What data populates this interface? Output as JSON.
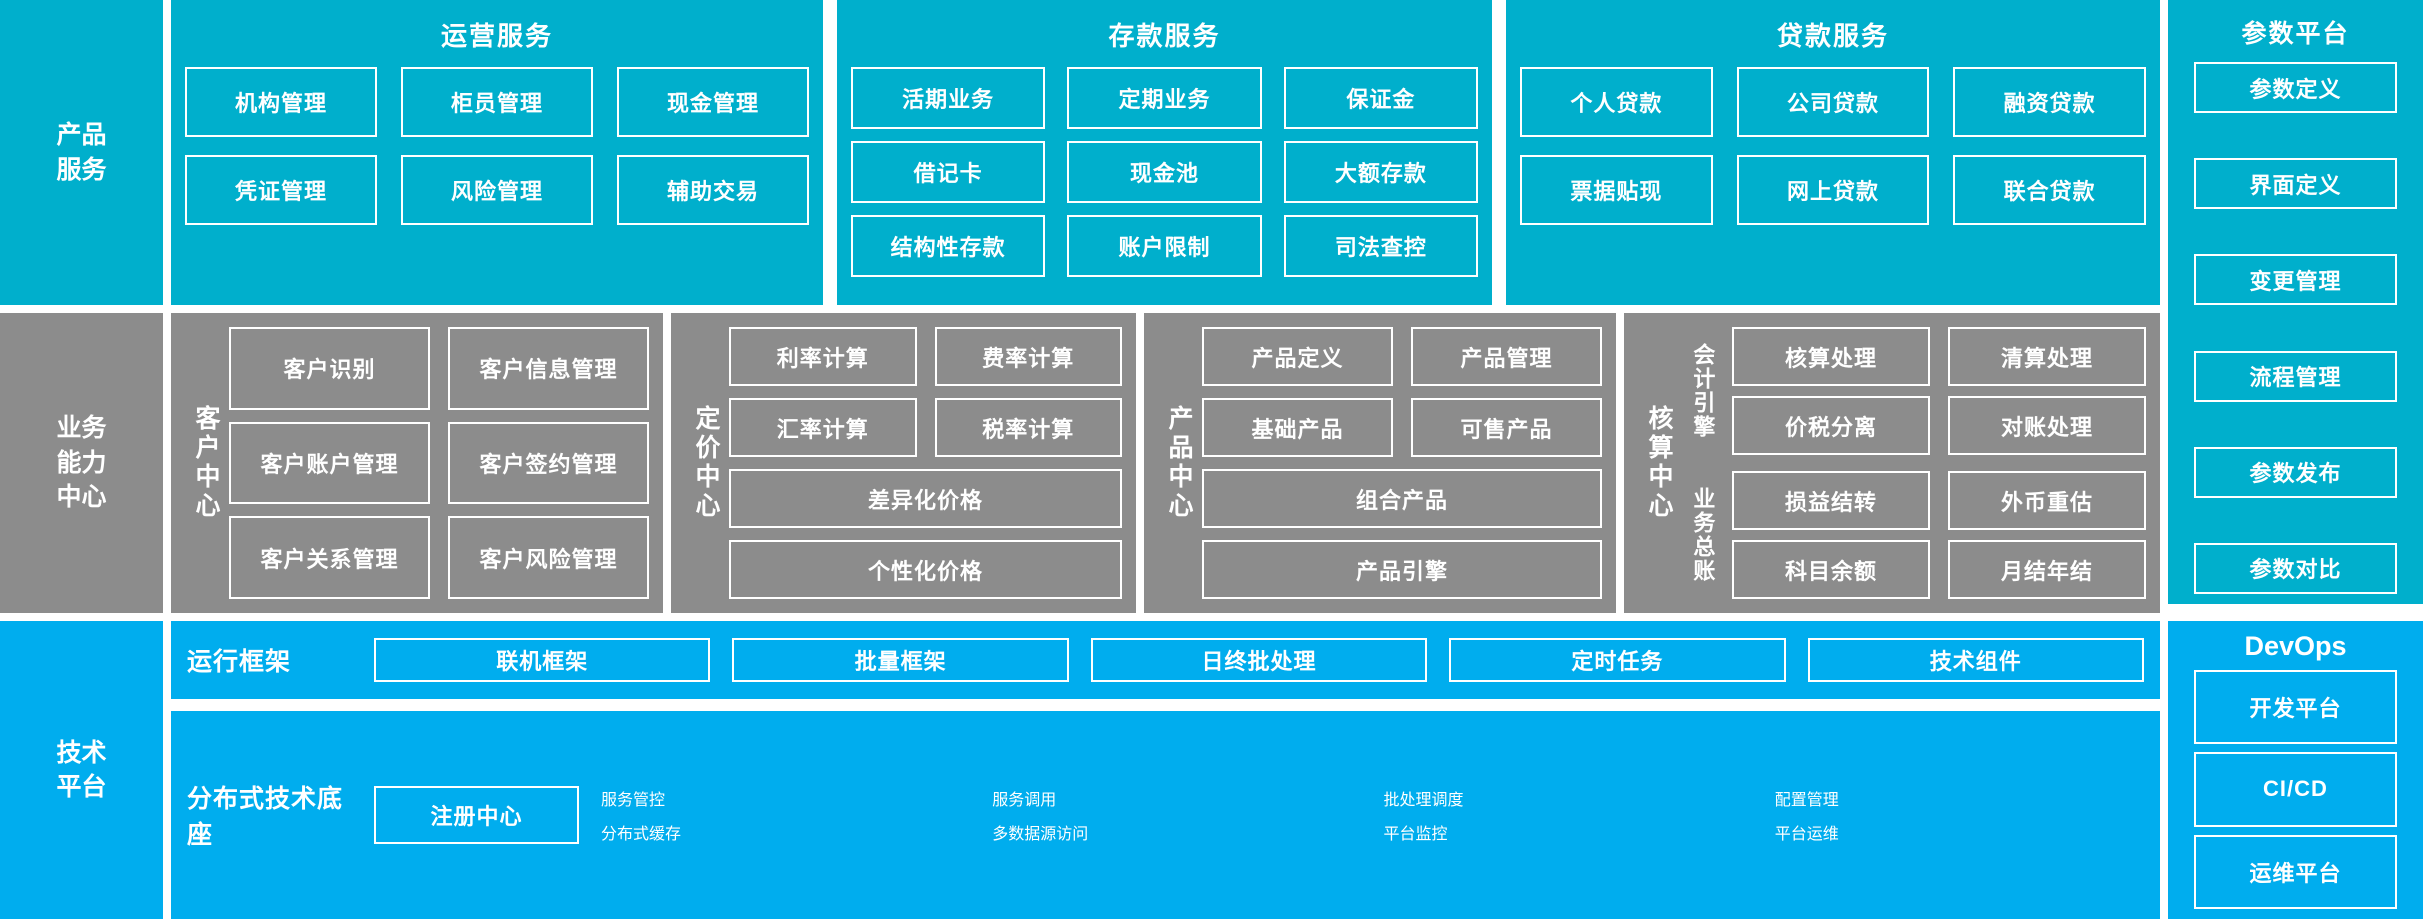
{
  "colors": {
    "teal": "#00AFCC",
    "gray": "#8C8C8C",
    "blue": "#00ADEE",
    "border": "#FFFFFF",
    "background": "#FFFFFF"
  },
  "product_layer": {
    "spine_label": "产品\n服务",
    "groups": [
      {
        "title": "运营服务",
        "items": [
          "机构管理",
          "柜员管理",
          "现金管理",
          "凭证管理",
          "风险管理",
          "辅助交易"
        ]
      },
      {
        "title": "存款服务",
        "items": [
          "活期业务",
          "定期业务",
          "保证金",
          "借记卡",
          "现金池",
          "大额存款",
          "结构性存款",
          "账户限制",
          "司法查控"
        ]
      },
      {
        "title": "贷款服务",
        "items": [
          "个人贷款",
          "公司贷款",
          "融资贷款",
          "票据贴现",
          "网上贷款",
          "联合贷款"
        ]
      }
    ],
    "parameter_platform": {
      "title": "参数平台",
      "items": [
        "参数定义",
        "界面定义",
        "变更管理",
        "流程管理",
        "参数发布",
        "参数对比"
      ]
    }
  },
  "capability_layer": {
    "spine_label": "业务\n能力\n中心",
    "centers": [
      {
        "name": "客户中心",
        "rows": [
          [
            "客户识别",
            "客户信息管理"
          ],
          [
            "客户账户管理",
            "客户签约管理"
          ],
          [
            "客户关系管理",
            "客户风险管理"
          ]
        ]
      },
      {
        "name": "定价中心",
        "rows": [
          [
            "利率计算",
            "费率计算"
          ],
          [
            "汇率计算",
            "税率计算"
          ],
          [
            "差异化价格"
          ],
          [
            "个性化价格"
          ]
        ]
      },
      {
        "name": "产品中心",
        "rows": [
          [
            "产品定义",
            "产品管理"
          ],
          [
            "基础产品",
            "可售产品"
          ],
          [
            "组合产品"
          ],
          [
            "产品引擎"
          ]
        ]
      }
    ],
    "accounting_center": {
      "name": "核算中心",
      "subsections": [
        {
          "label": "会计引擎",
          "items": [
            "核算处理",
            "清算处理",
            "价税分离",
            "对账处理"
          ]
        },
        {
          "label": "业务总账",
          "items": [
            "损益结转",
            "外币重估",
            "科目余额",
            "月结年结"
          ]
        }
      ]
    }
  },
  "tech_layer": {
    "spine_label": "技术\n平台",
    "runtime_framework": {
      "label": "运行框架",
      "items": [
        "联机框架",
        "批量框架",
        "日终批处理",
        "定时任务",
        "技术组件"
      ]
    },
    "distributed_base": {
      "label": "分布式技术底座",
      "registry": "注册中心",
      "items": [
        "服务管控",
        "服务调用",
        "批处理调度",
        "配置管理",
        "分布式缓存",
        "多数据源访问",
        "平台监控",
        "平台运维"
      ]
    },
    "devops": {
      "title": "DevOps",
      "items": [
        "开发平台",
        "CI/CD",
        "运维平台"
      ]
    }
  }
}
